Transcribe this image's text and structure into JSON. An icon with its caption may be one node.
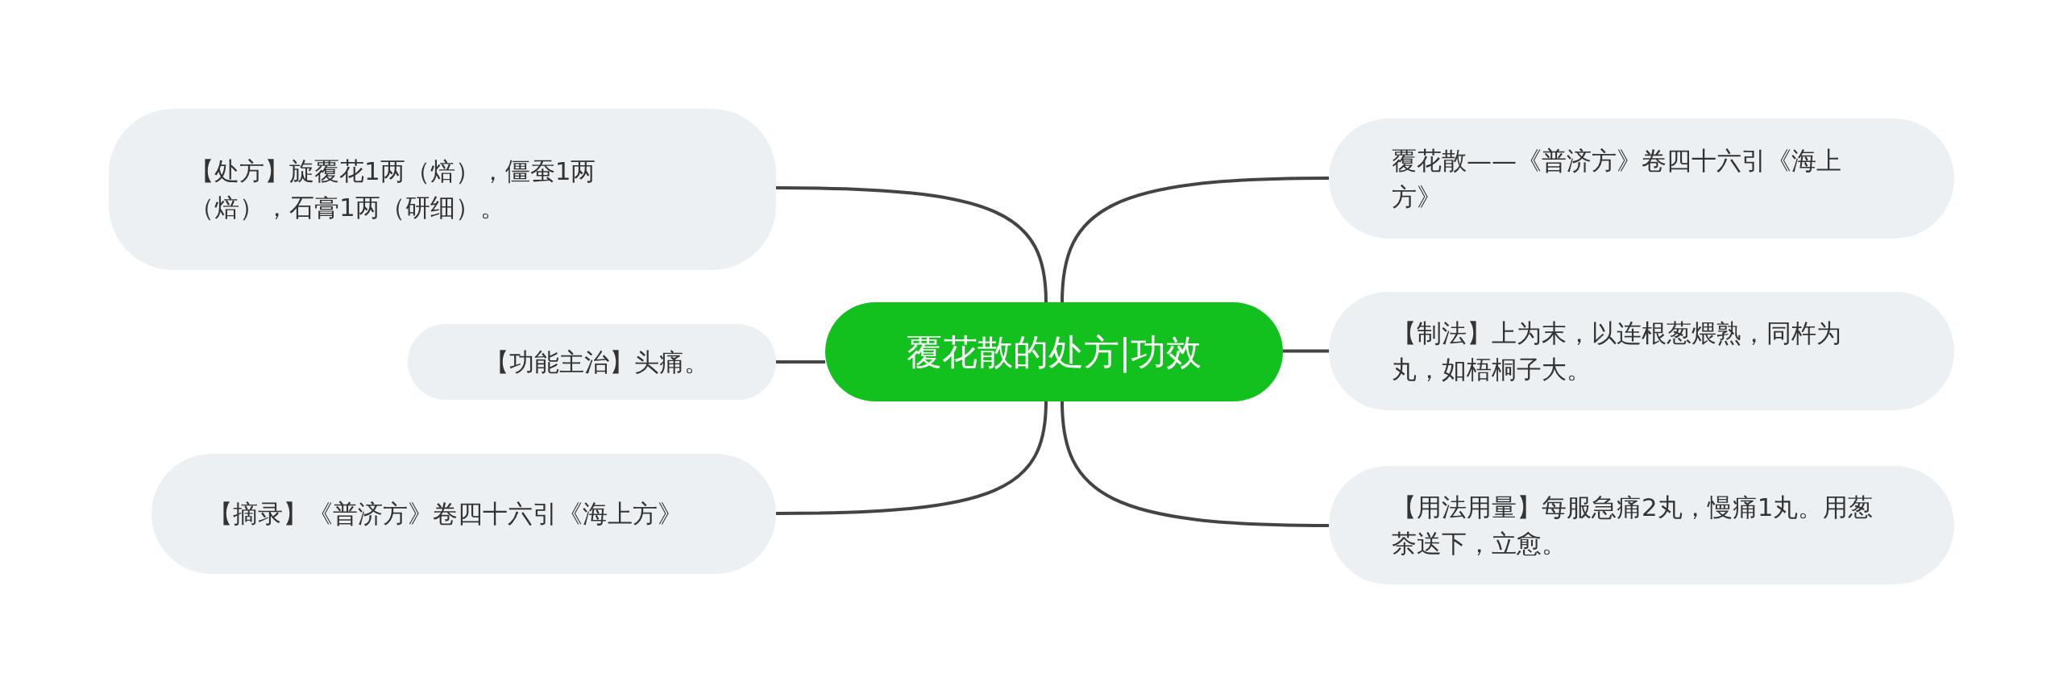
{
  "diagram": {
    "nodes": [
      {
        "text": [
          "覆花散的处方|功效"
        ]
      },
      {
        "text": [
          "【处方】旋覆花1两（焙），僵蚕1两（焙），石膏1两（研细）。"
        ]
      },
      {
        "text": [
          "【功能主治】头痛。"
        ]
      },
      {
        "text": [
          "【摘录】《普济方》卷四十六引《海上方》"
        ]
      },
      {
        "text": [
          "覆花散——《普济方》卷四十六引《海上方》"
        ]
      },
      {
        "text": [
          "【制法】上为末，以连根葱煨熟，同杵为丸，如梧桐子大。"
        ]
      },
      {
        "text": [
          "【用法用量】每服急痛2丸，慢痛1丸。用葱茶送下，立愈。"
        ]
      }
    ],
    "edges": [
      {
        "from": 0,
        "to": 1,
        "arrow": "none"
      },
      {
        "from": 0,
        "to": 2,
        "arrow": "none"
      },
      {
        "from": 0,
        "to": 3,
        "arrow": "none"
      },
      {
        "from": 0,
        "to": 4,
        "arrow": "none"
      },
      {
        "from": 0,
        "to": 5,
        "arrow": "none"
      },
      {
        "from": 0,
        "to": 6,
        "arrow": "none"
      }
    ]
  }
}
